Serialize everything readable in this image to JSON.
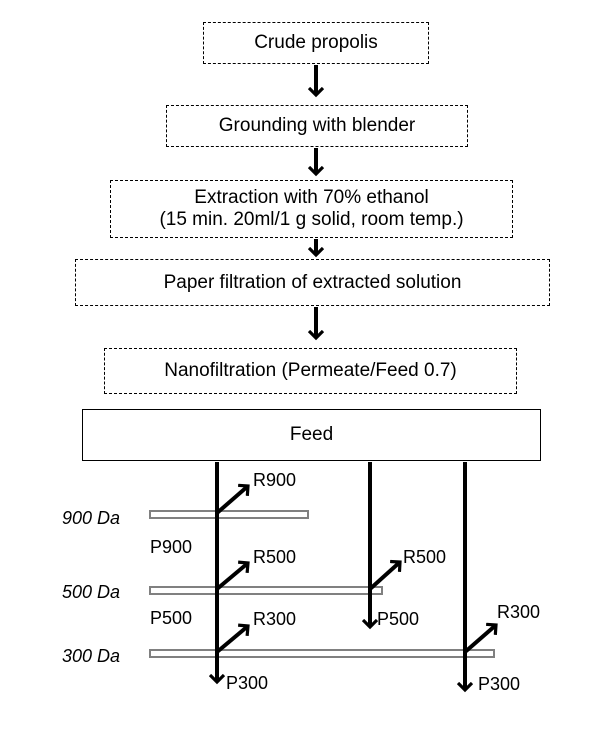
{
  "steps": [
    {
      "text": "Crude propolis"
    },
    {
      "text": "Grounding with blender"
    },
    {
      "line1": "Extraction with 70% ethanol",
      "line2": "(15 min. 20ml/1 g solid, room temp.)"
    },
    {
      "text": "Paper filtration of extracted solution"
    },
    {
      "text": "Nanofiltration (Permeate/Feed 0.7)"
    }
  ],
  "feed": "Feed",
  "membranes": {
    "m900": "900 Da",
    "m500": "500 Da",
    "m300": "300 Da"
  },
  "streams": {
    "r900": "R900",
    "p900": "P900",
    "r500_a": "R500",
    "r500_b": "R500",
    "p500_a": "P500",
    "p500_b": "P500",
    "r300_a": "R300",
    "r300_b": "R300",
    "p300_a": "P300",
    "p300_b": "P300"
  },
  "colors": {
    "membrane_fill": "#ffffff",
    "membrane_stroke": "#808080",
    "line": "#000000"
  }
}
